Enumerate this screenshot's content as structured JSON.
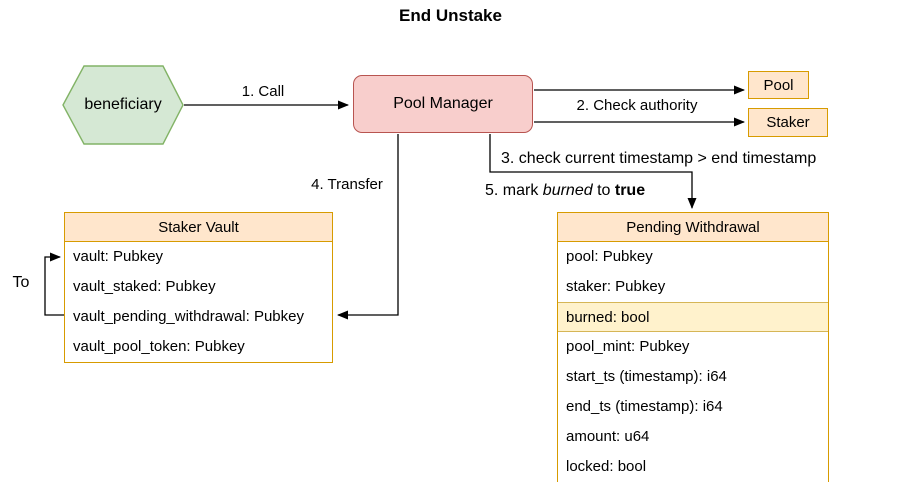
{
  "title": "End Unstake",
  "colors": {
    "beneficiary_fill": "#d5e8d4",
    "beneficiary_stroke": "#82b366",
    "pool_manager_fill": "#f8cecc",
    "pool_manager_stroke": "#b85450",
    "orange_fill": "#ffe6cc",
    "orange_stroke": "#d79b00",
    "highlight_fill": "#fff2cc",
    "highlight_stroke": "#d6b656",
    "line_color": "#000000"
  },
  "nodes": {
    "beneficiary": {
      "label": "beneficiary",
      "shape": "hexagon"
    },
    "pool_manager": {
      "label": "Pool Manager",
      "shape": "rounded-rectangle"
    },
    "pool": {
      "label": "Pool",
      "shape": "rectangle"
    },
    "staker": {
      "label": "Staker",
      "shape": "rectangle"
    }
  },
  "edges": {
    "call": {
      "label": "1. Call",
      "from": "beneficiary",
      "to": "pool_manager"
    },
    "check_authority": {
      "label": "2. Check authority",
      "from": "pool_manager",
      "to": "pool-and-staker"
    },
    "check_timestamp": {
      "label": "3. check current timestamp > end timestamp",
      "from": "pool_manager",
      "to": "pending_withdrawal"
    },
    "transfer": {
      "label": "4. Transfer",
      "from": "pool_manager",
      "to": "staker_vault"
    },
    "mark_burned": {
      "prefix": "5. mark ",
      "italic_word": "burned",
      "middle": " to ",
      "bold_word": "true"
    },
    "to_loop": {
      "label": "To",
      "from": "vault_pending_withdrawal",
      "to": "vault"
    }
  },
  "tables": {
    "staker_vault": {
      "title": "Staker Vault",
      "rows": [
        "vault: Pubkey",
        "vault_staked: Pubkey",
        "vault_pending_withdrawal: Pubkey",
        "vault_pool_token: Pubkey"
      ]
    },
    "pending_withdrawal": {
      "title": "Pending Withdrawal",
      "rows": [
        "pool: Pubkey",
        "staker: Pubkey",
        "burned: bool",
        "pool_mint: Pubkey",
        "start_ts (timestamp): i64",
        "end_ts (timestamp): i64",
        "amount: u64",
        "locked: bool"
      ],
      "highlighted_row": "burned: bool"
    }
  }
}
